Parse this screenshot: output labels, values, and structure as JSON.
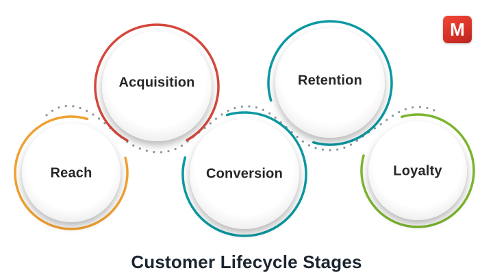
{
  "title": "Customer Lifecycle Stages",
  "logo": {
    "letter": "M"
  },
  "connector": {
    "color": "#8F979D"
  },
  "stages": [
    {
      "label": "Reach",
      "color": "#F0A132"
    },
    {
      "label": "Acquisition",
      "color": "#D5473C"
    },
    {
      "label": "Conversion",
      "color": "#0B98A2"
    },
    {
      "label": "Retention",
      "color": "#0B98A2"
    },
    {
      "label": "Loyalty",
      "color": "#7CB52F"
    }
  ]
}
